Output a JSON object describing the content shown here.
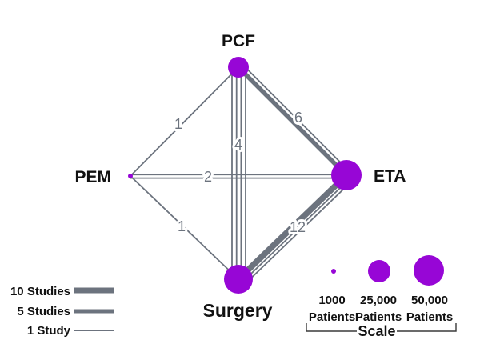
{
  "network": {
    "nodes": [
      {
        "id": "pcf",
        "label": "PCF"
      },
      {
        "id": "eta",
        "label": "ETA"
      },
      {
        "id": "surgery",
        "label": "Surgery"
      },
      {
        "id": "pem",
        "label": "PEM"
      }
    ],
    "edges": [
      {
        "from": "PEM",
        "to": "PCF",
        "studies": "1"
      },
      {
        "from": "PCF",
        "to": "ETA",
        "studies": "6"
      },
      {
        "from": "PCF",
        "to": "Surgery",
        "studies": "4"
      },
      {
        "from": "PEM",
        "to": "ETA",
        "studies": "2"
      },
      {
        "from": "PEM",
        "to": "Surgery",
        "studies": "1"
      },
      {
        "from": "ETA",
        "to": "Surgery",
        "studies": "12"
      }
    ]
  },
  "legend_studies": {
    "items": [
      {
        "label": "10 Studies"
      },
      {
        "label": "5 Studies"
      },
      {
        "label": "1 Study"
      }
    ]
  },
  "legend_scale": {
    "items": [
      {
        "value": "1000",
        "unit": "Patients"
      },
      {
        "value": "25,000",
        "unit": "Patients"
      },
      {
        "value": "50,000",
        "unit": "Patients"
      }
    ],
    "label": "Scale"
  },
  "colors": {
    "node_purple": "#9706D6",
    "edge_gray": "#6C737E",
    "text_black": "#111111"
  }
}
